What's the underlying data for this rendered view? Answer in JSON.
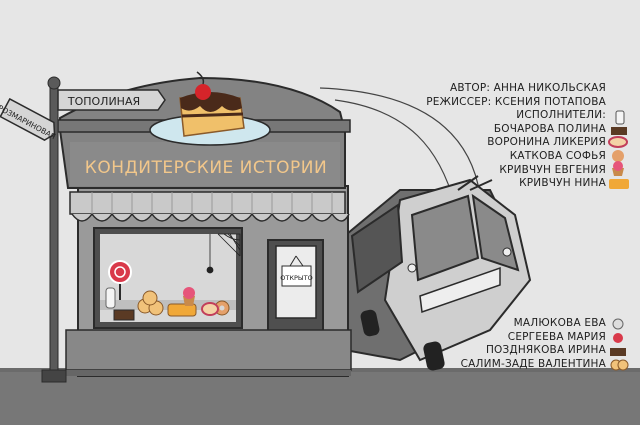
{
  "store": {
    "title": "КОНДИТЕРСКИЕ ИСТОРИИ",
    "door_sign": "ОТКРЫТО"
  },
  "street_signs": {
    "sign1": "ТОПОЛИНАЯ",
    "sign2": "РОЗМАРИНОВАЯ"
  },
  "credits_top": [
    {
      "text": "АВТОР: АННА НИКОЛЬСКАЯ",
      "icon": ""
    },
    {
      "text": "РЕЖИССЕР: КСЕНИЯ ПОТАПОВА",
      "icon": ""
    },
    {
      "text": "ИСПОЛНИТЕЛИ:",
      "icon": "milk-bottle-icon"
    },
    {
      "text": "БОЧАРОВА ПОЛИНА",
      "icon": "chocolate-icon"
    },
    {
      "text": "ВОРОНИНА ЛИКЕРИЯ",
      "icon": "roll-cake-icon"
    },
    {
      "text": "КАТКОВА СОФЬЯ",
      "icon": "donut-icon"
    },
    {
      "text": "КРИВЧУН ЕВГЕНИЯ",
      "icon": "cupcake-icon"
    },
    {
      "text": "КРИВЧУН НИНА",
      "icon": "waffle-icon"
    }
  ],
  "credits_bottom": [
    {
      "text": "МАЛЮКОВА ЕВА",
      "icon": "mouse-icon"
    },
    {
      "text": "СЕРГЕЕВА МАРИЯ",
      "icon": "lollipop-icon"
    },
    {
      "text": "ПОЗДНЯКОВА ИРИНА",
      "icon": "chocolate-bar-icon"
    },
    {
      "text": "САЛИМ-ЗАДЕ ВАЛЕНТИНА",
      "icon": "cookies-icon"
    }
  ],
  "colors": {
    "background": "#e6e6e6",
    "road": "#777777",
    "building": "#9a9a9a",
    "roof": "#808080",
    "awning": "#b9b9b9",
    "title_text": "#f2c78b",
    "cake": "#f0c06a",
    "cherry": "#d6242a",
    "chocolate": "#4a2a1a",
    "sign_plate": "#cfe7ee"
  }
}
